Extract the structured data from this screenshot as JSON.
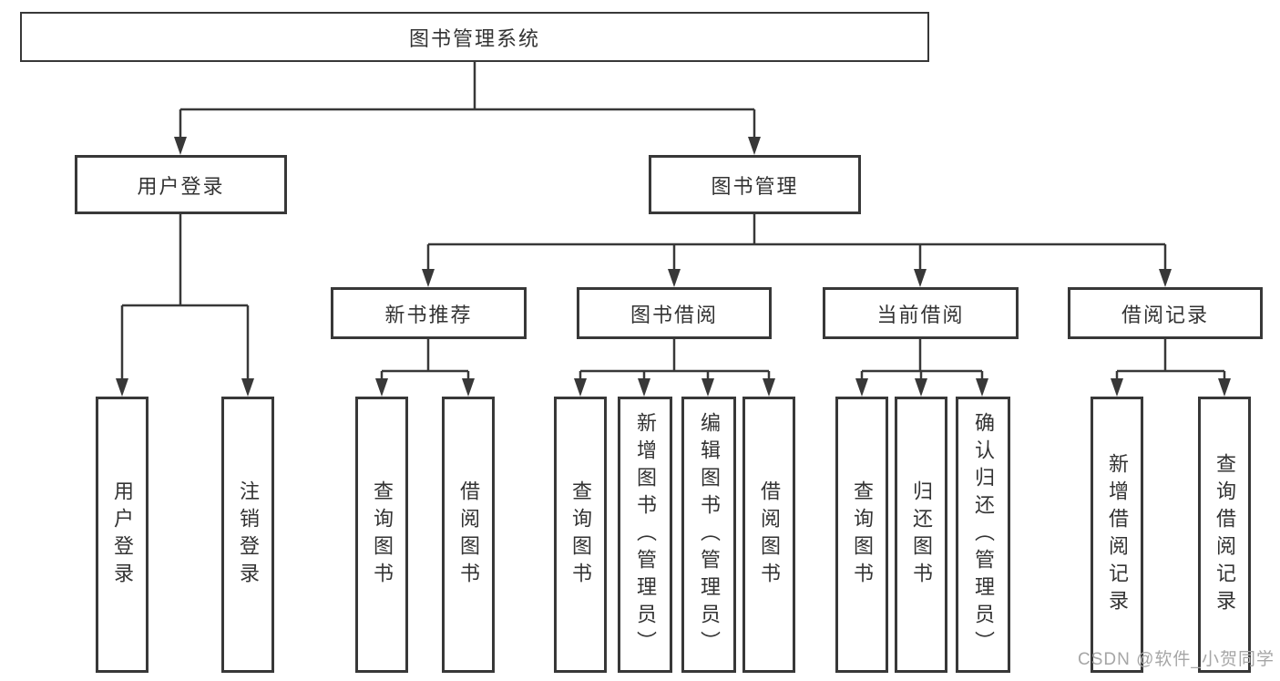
{
  "diagram": {
    "root": {
      "label": "图书管理系统"
    },
    "branches": {
      "user_login": {
        "label": "用户登录",
        "children": [
          "用户登录",
          "注销登录"
        ]
      },
      "book_management": {
        "label": "图书管理",
        "children": {
          "new_book_recommend": {
            "label": "新书推荐",
            "children": [
              "查询图书",
              "借阅图书"
            ]
          },
          "book_borrow": {
            "label": "图书借阅",
            "children": [
              "查询图书",
              "新增图书（管理员）",
              "编辑图书（管理员）",
              "借阅图书"
            ]
          },
          "current_borrow": {
            "label": "当前借阅",
            "children": [
              "查询图书",
              "归还图书",
              "确认归还（管理员）"
            ]
          },
          "borrow_records": {
            "label": "借阅记录",
            "children": [
              "新增借阅记录",
              "查询借阅记录"
            ]
          }
        }
      }
    },
    "watermark": "CSDN @软件_小贺同学",
    "colors": {
      "line": "#383838",
      "text": "#333333",
      "watermark": "#a6a6a6",
      "background": "#ffffff"
    }
  }
}
